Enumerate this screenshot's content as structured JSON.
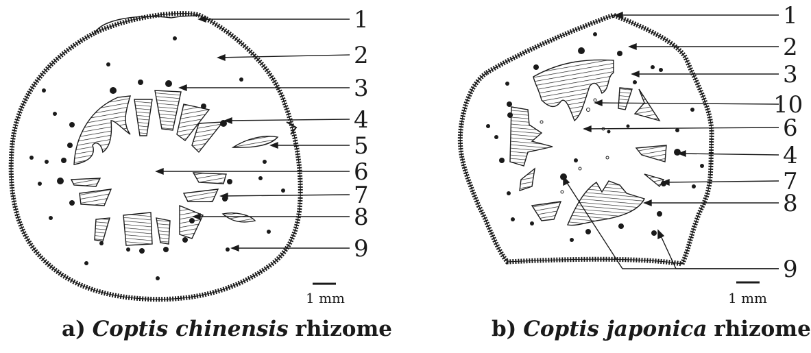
{
  "panels": [
    {
      "id": "a",
      "caption": {
        "prefix": "a)",
        "genus_species": "Coptis chinensis",
        "organ": "rhizome"
      },
      "scale_bar": "1 mm",
      "labels": [
        "1",
        "2",
        "3",
        "4",
        "5",
        "6",
        "7",
        "8",
        "9"
      ]
    },
    {
      "id": "b",
      "caption": {
        "prefix": "b)",
        "genus_species": "Coptis japonica",
        "organ": "rhizome"
      },
      "scale_bar": "1 mm",
      "labels": [
        "1",
        "2",
        "3",
        "10",
        "6",
        "4",
        "7",
        "8",
        "9"
      ]
    }
  ],
  "colors": {
    "ink": "#1a1a1a",
    "background": "#ffffff"
  }
}
